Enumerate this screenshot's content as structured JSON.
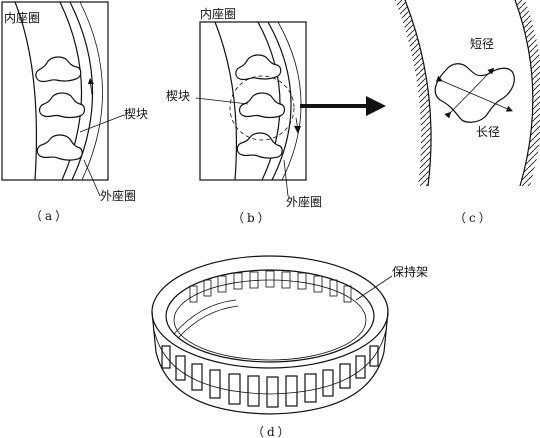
{
  "panel_a": {
    "inner_ring_label": "内座圈",
    "sprag_label": "楔块",
    "outer_ring_label": "外座圈",
    "caption": "（a）"
  },
  "panel_b": {
    "inner_ring_label": "内座圈",
    "sprag_label": "楔块",
    "outer_ring_label": "外座圈",
    "caption": "（b）"
  },
  "panel_c": {
    "short_diameter_label": "短径",
    "long_diameter_label": "长径",
    "caption": "（c）"
  },
  "panel_d": {
    "cage_label": "保持架",
    "caption": "（d）"
  }
}
